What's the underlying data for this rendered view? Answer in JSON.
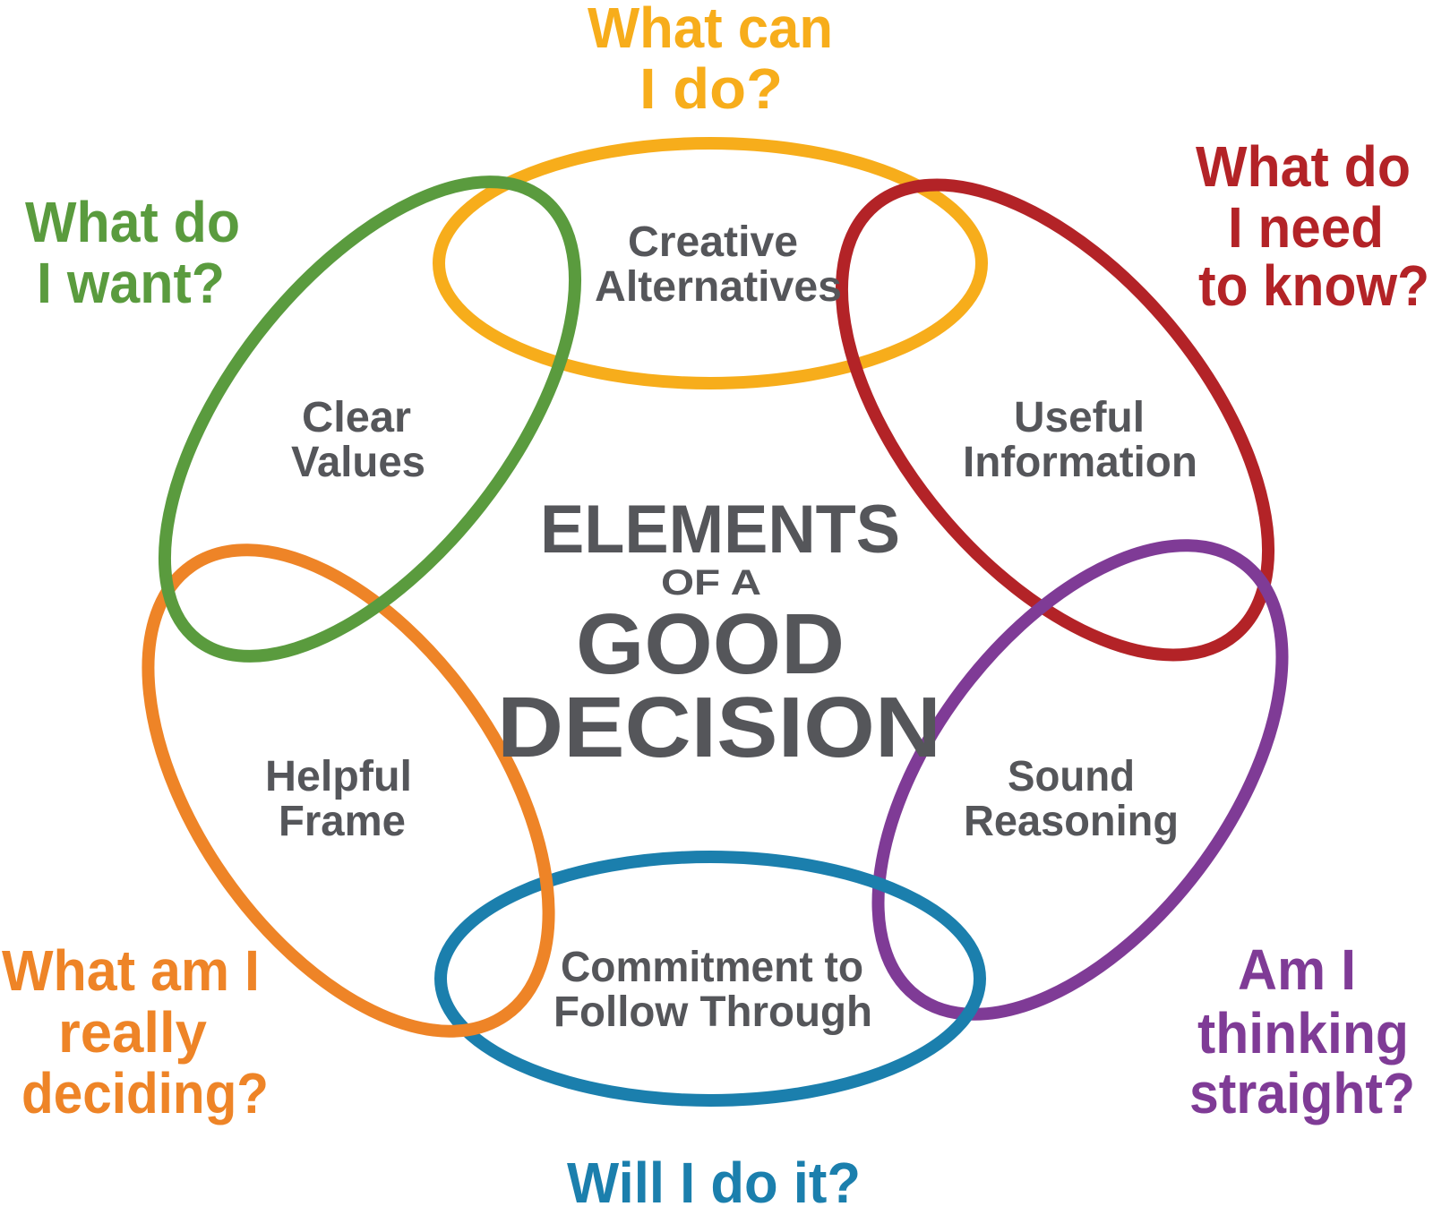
{
  "title": {
    "line1": "ELEMENTS",
    "line2": "OF A",
    "line3": "GOOD",
    "line4": "DECISION"
  },
  "colors": {
    "yellow": "#f7ad1b",
    "red": "#b32327",
    "purple": "#7f3b96",
    "blue": "#1b7fad",
    "orange": "#ee8427",
    "green": "#5a9b3e",
    "label_gray": "#55565a"
  },
  "elements": [
    {
      "key": "yellow",
      "line1": "Creative",
      "line2": "Alternatives",
      "question": [
        "What can",
        "I do?"
      ]
    },
    {
      "key": "red",
      "line1": "Useful",
      "line2": "Information",
      "question": [
        "What do",
        "I need",
        "to know?"
      ]
    },
    {
      "key": "purple",
      "line1": "Sound",
      "line2": "Reasoning",
      "question": [
        "Am I",
        "thinking",
        "straight?"
      ]
    },
    {
      "key": "blue",
      "line1": "Commitment to",
      "line2": "Follow Through",
      "question": [
        "Will I do it?"
      ]
    },
    {
      "key": "orange",
      "line1": "Helpful",
      "line2": "Frame",
      "question": [
        "What am I",
        "really",
        "deciding?"
      ]
    },
    {
      "key": "green",
      "line1": "Clear",
      "line2": "Values",
      "question": [
        "What do",
        "I want?"
      ]
    }
  ]
}
